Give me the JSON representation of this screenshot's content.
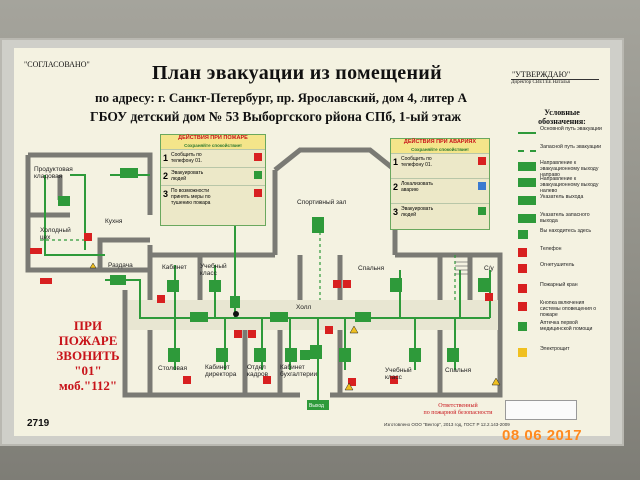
{
  "poster": {
    "soglasovano": "\"СОГЛАСОВАНО\"",
    "utverzhdayu": "\"УТВЕРЖДАЮ\"",
    "utverzhdayu_sub": "Директор СВЕТЕЕ Наталья",
    "title": "План эвакуации из помещений",
    "address_line1": "по адресу: г. Санкт-Петербург, пр. Ярославский, дом 4, литер А",
    "address_line2": "ГБОУ детский дом № 53 Выборгского рйона СПб, 1-ый этаж",
    "fire_call": [
      "ПРИ",
      "ПОЖАРЕ",
      "ЗВОНИТЬ",
      "\"01\"",
      "моб.\"112\""
    ],
    "sheet_number": "2719",
    "responsible": [
      "Ответственный",
      "по пожарной безопасности"
    ],
    "footer": "Изготовлено ООО \"Вектор\", 2013 год, ГОСТ Р 12.2.143-2009",
    "photo_date": "08 06 2017"
  },
  "instructions_fire": {
    "header": [
      "ДЕЙСТВИЯ ПРИ ПОЖАРЕ",
      "Сохраняйте спокойствие!"
    ],
    "steps": [
      {
        "n": "1",
        "text": "Сообщить по телефону 01."
      },
      {
        "n": "2",
        "text": "Эвакуировать людей"
      },
      {
        "n": "3",
        "text": "По возможности принять меры по тушению пожара"
      }
    ]
  },
  "instructions_accident": {
    "header": [
      "ДЕЙСТВИЯ ПРИ АВАРИЯХ",
      "Сохраняйте спокойствие!"
    ],
    "steps": [
      {
        "n": "1",
        "text": "Сообщить по телефону 01."
      },
      {
        "n": "2",
        "text": "Локализовать аварию"
      },
      {
        "n": "3",
        "text": "Эвакуировать людей"
      }
    ]
  },
  "legend": {
    "title": "Условные обозначения:",
    "items": [
      {
        "text": "Основной путь эвакуации",
        "symbol": "solid-green-line-icon"
      },
      {
        "text": "Запасной путь эвакуации",
        "symbol": "dashed-green-line-icon"
      },
      {
        "text": "Направление к эвакуационному выходу направо",
        "symbol": "exit-right-sign-icon"
      },
      {
        "text": "Направление к эвакуационному выходу налево",
        "symbol": "exit-left-sign-icon"
      },
      {
        "text": "Указатель выхода",
        "symbol": "exit-sign-icon"
      },
      {
        "text": "Указатель запасного выхода",
        "symbol": "reserve-exit-sign-icon"
      },
      {
        "text": "Вы находитесь здесь",
        "symbol": "you-are-here-icon"
      },
      {
        "text": "Телефон",
        "symbol": "phone-icon"
      },
      {
        "text": "Огнетушитель",
        "symbol": "extinguisher-icon"
      },
      {
        "text": "Пожарный кран",
        "symbol": "fire-hose-icon"
      },
      {
        "text": "Кнопка включения системы оповещения о пожаре",
        "symbol": "alarm-button-icon"
      },
      {
        "text": "Аптечка первой медицинской помощи",
        "symbol": "first-aid-icon"
      },
      {
        "text": "Электрощит",
        "symbol": "electric-panel-icon"
      }
    ]
  },
  "rooms": {
    "prodkladovaya": "Продуктовая кладовая",
    "kuhnya": "Кухня",
    "holodny_ceh": "Холодный цех",
    "razdacha": "Раздача",
    "sportzal": "Спортивный зал",
    "stolovaya_small": "Кабинет",
    "uchebny_top": "Учебный класс",
    "stolovaya": "Столовая",
    "kab_direktora": "Кабинет директора",
    "otdel_kadrov": "Отдел кадров",
    "kab_bux": "Кабинет бухгалтерии",
    "holl": "Холл",
    "spalnya": "Спальня",
    "su": "С/у",
    "uchebny_bottom": "Учебный класс",
    "spalnya_bottom": "Спальня",
    "exit_label": "Выход"
  },
  "colors": {
    "route": "#2e9a3a",
    "wall": "#7a7a74",
    "sign_red": "#d82020",
    "fire_call": "#c8141a",
    "date": "#ff8a1f",
    "poster_bg": "#f4f2e1"
  }
}
